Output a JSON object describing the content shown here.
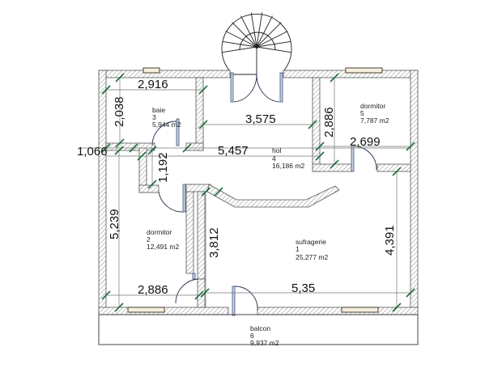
{
  "plan": {
    "rooms": [
      {
        "id": "baie",
        "name": "baie",
        "number": "3",
        "area": "5,944 m2"
      },
      {
        "id": "dormitor5",
        "name": "dormitor",
        "number": "5",
        "area": "7,787 m2"
      },
      {
        "id": "hol",
        "name": "hol",
        "number": "4",
        "area": "16,186 m2"
      },
      {
        "id": "dormitor2",
        "name": "dormitor",
        "number": "2",
        "area": "12,491 m2"
      },
      {
        "id": "sufragerie",
        "name": "sufragerie",
        "number": "1",
        "area": "25,277 m2"
      },
      {
        "id": "balcon",
        "name": "balcon",
        "number": "6",
        "area": "9,937 m2"
      }
    ],
    "dimensions": {
      "baie_width": "2,916",
      "baie_height": "2,038",
      "hol_top": "3,575",
      "dormitor5_height": "2,886",
      "dormitor5_door": "2,699",
      "left_offset": "1,066",
      "hol_width": "5,457",
      "hol_depth": "1,192",
      "dormitor2_height": "5,239",
      "dormitor2_wall": "3,812",
      "sufragerie_height": "4,391",
      "dormitor2_width": "2,886",
      "sufragerie_width": "5,35"
    },
    "colors": {
      "tick": "#1e6b3a",
      "door": "#3e5478",
      "wall_outline": "#555555"
    }
  }
}
